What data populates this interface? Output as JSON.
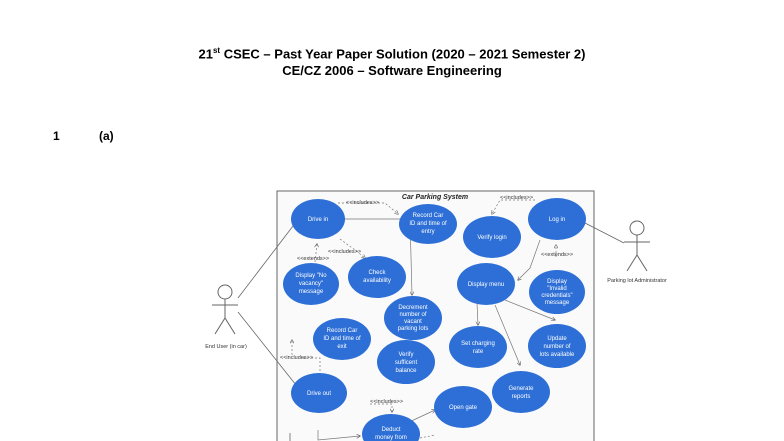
{
  "header": {
    "title_prefix": "21",
    "title_sup": "st",
    "title_rest": " CSEC – Past Year Paper Solution (2020 – 2021 Semester 2)",
    "subtitle": "CE/CZ 2006 – Software Engineering"
  },
  "question": {
    "number": "1",
    "part": "(a)"
  },
  "diagram": {
    "system_title": "Car Parking System",
    "actors": {
      "end_user": "End User (in car)",
      "admin": "Parking lot Administrator"
    },
    "use_cases": {
      "drive_in": [
        "Drive in"
      ],
      "record_entry": [
        "Record Car",
        "ID and time of",
        "entry"
      ],
      "verify_login": [
        "Verify login"
      ],
      "log_in": [
        "Log in"
      ],
      "display_no_vacancy": [
        "Display \"No",
        "vacancy\"",
        "message"
      ],
      "check_availability": [
        "Check",
        "availability"
      ],
      "display_menu": [
        "Display menu"
      ],
      "display_invalid": [
        "Display",
        "\"Invalid",
        "credentials\"",
        "message"
      ],
      "decrement": [
        "Decrement",
        "number of",
        "vacant",
        "parking lots"
      ],
      "record_exit": [
        "Record Car",
        "ID and time of",
        "exit"
      ],
      "set_charging": [
        "Set charging",
        "rate"
      ],
      "update_lots": [
        "Update",
        "number of",
        "lots available"
      ],
      "verify_balance": [
        "Verify",
        "sufficent",
        "balance"
      ],
      "generate_reports": [
        "Generate",
        "reports"
      ],
      "drive_out": [
        "Drive out"
      ],
      "open_gate": [
        "Open gate"
      ],
      "deduct_money": [
        "Deduct",
        "money from"
      ]
    },
    "relations": {
      "includes": "<<includes>>",
      "extends": "<<extends>>"
    }
  }
}
